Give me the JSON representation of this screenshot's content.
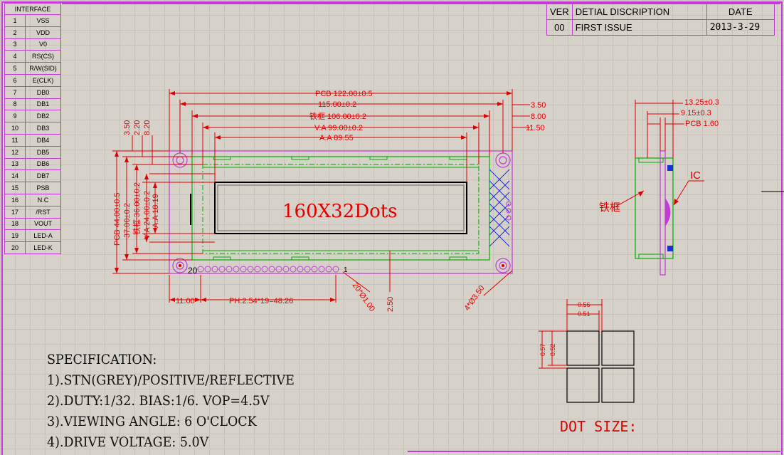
{
  "pin_table": {
    "header": "INTERFACE",
    "pins": [
      {
        "no": "1",
        "sig": "VSS"
      },
      {
        "no": "2",
        "sig": "VDD"
      },
      {
        "no": "3",
        "sig": "V0"
      },
      {
        "no": "4",
        "sig": "RS(CS)"
      },
      {
        "no": "5",
        "sig": "R/W(SID)"
      },
      {
        "no": "6",
        "sig": "E(CLK)"
      },
      {
        "no": "7",
        "sig": "DB0"
      },
      {
        "no": "8",
        "sig": "DB1"
      },
      {
        "no": "9",
        "sig": "DB2"
      },
      {
        "no": "10",
        "sig": "DB3"
      },
      {
        "no": "11",
        "sig": "DB4"
      },
      {
        "no": "12",
        "sig": "DB5"
      },
      {
        "no": "13",
        "sig": "DB6"
      },
      {
        "no": "14",
        "sig": "DB7"
      },
      {
        "no": "15",
        "sig": "PSB"
      },
      {
        "no": "16",
        "sig": "N.C"
      },
      {
        "no": "17",
        "sig": "/RST"
      },
      {
        "no": "18",
        "sig": "VOUT"
      },
      {
        "no": "19",
        "sig": "LED-A"
      },
      {
        "no": "20",
        "sig": "LED-K"
      }
    ]
  },
  "revision": {
    "ver_label": "VER",
    "desc_label": "DETIAL DISCRIPTION",
    "date_label": "DATE",
    "ver": "00",
    "desc": "FIRST ISSUE",
    "date": "2013-3-29"
  },
  "dims_top": {
    "pcb": "PCB 122.00±0.5",
    "outer": "115.00±0.2",
    "frame": "铁框 106.00±0.2",
    "va": "V.A 99.00±0.2",
    "aa": "A.A 89.55",
    "r1": "3.50",
    "r2": "8.00",
    "r3": "11.50"
  },
  "dims_left": {
    "t1": "3.50",
    "t2": "2.20",
    "t3": "8.20",
    "pcb": "PCB 44.00±0.5",
    "outer": "37.00±0.2",
    "frame": "铁框 36.00±0.2",
    "va": "V.A 24.00±0.2",
    "aa": "A.A 18.19"
  },
  "dims_bottom": {
    "left": "11.00",
    "pitch": "PH:2.54*19=48.26",
    "pin_hole": "20*Ø1.00",
    "bottom": "2.50",
    "mount": "4*Ø3.50",
    "pin20": "20",
    "pin1": "1"
  },
  "display_text": "160X32Dots",
  "side_view": {
    "d1": "13.25±0.3",
    "d2": "9.15±0.3",
    "d3": "PCB 1.60",
    "ic": "IC",
    "frame": "铁框"
  },
  "dot_size": {
    "title": "DOT SIZE:",
    "w1": "0.56",
    "w2": "0.51",
    "h1": "0.57",
    "h2": "0.52"
  },
  "spec": {
    "title": "SPECIFICATION:",
    "items": [
      "1).STN(GREY)/POSITIVE/REFLECTIVE",
      "2).DUTY:1/32. BIAS:1/6. VOP=4.5V",
      "3).VIEWING ANGLE: 6 O'CLOCK",
      "4).DRIVE VOLTAGE: 5.0V"
    ]
  },
  "colors": {
    "dim": "#e00000",
    "frame": "#c23bd6",
    "va": "#00b000"
  }
}
